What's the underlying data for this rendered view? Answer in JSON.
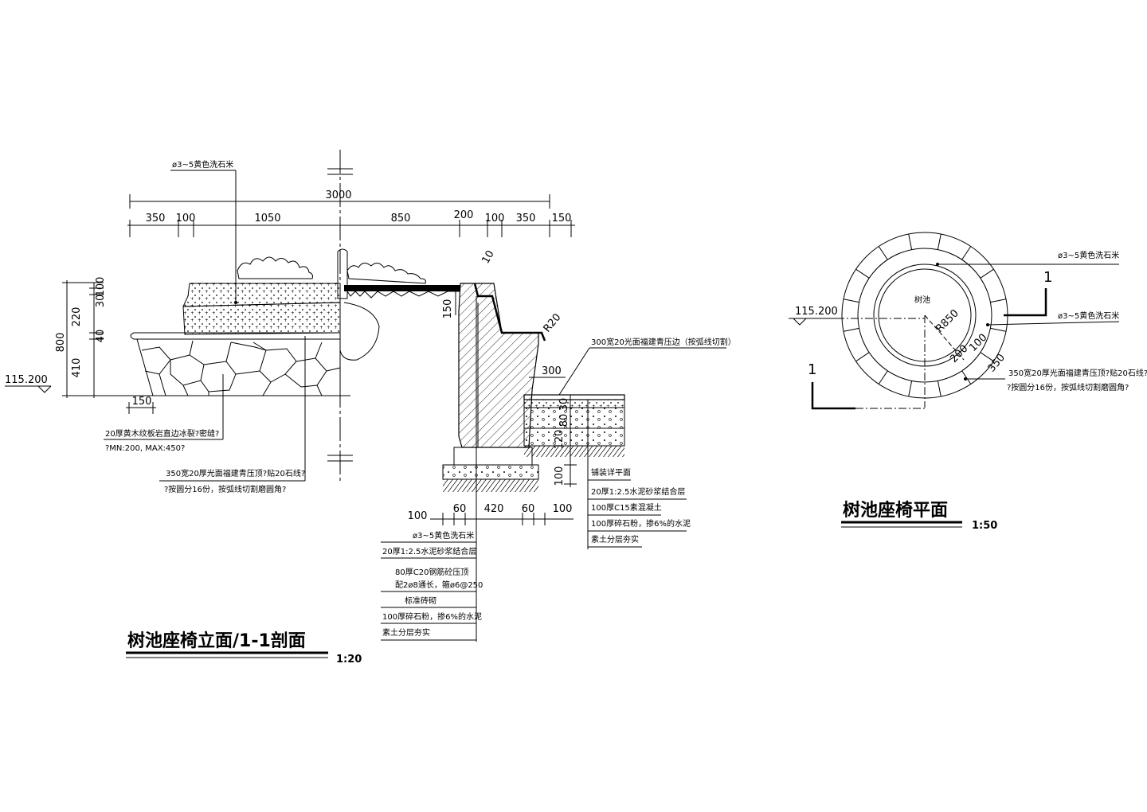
{
  "elevation": {
    "top_callout": "ø3~5黄色洗石米",
    "total_dim": "3000",
    "dims_top": [
      "350",
      "100",
      "1050",
      "850",
      "200",
      "100",
      "350",
      "150"
    ],
    "dims_left": [
      "100",
      "30",
      "220",
      "40",
      "410"
    ],
    "height_dim": "800",
    "level": "115.200",
    "bottom_dim": "150",
    "note_stone": [
      "20厚黄木纹板岩直边冰裂?密缝?",
      "?MN:200, MAX:450?"
    ],
    "note_cap": [
      "350宽20厚光面福建青压顶?贴20石线?",
      "?按圆分16份，按弧线切割磨圆角?"
    ]
  },
  "section": {
    "dim_10": "10",
    "dim_150": "150",
    "dim_r20": "R20",
    "dim_300": "300",
    "dims_right_v": [
      "30",
      "80",
      "120",
      "100"
    ],
    "callout_top": "300宽20光面福建青压边（按弧线切割）",
    "dims_bottom": [
      "100",
      "60",
      "420",
      "60",
      "100"
    ],
    "notes_left": [
      "ø3~5黄色洗石米",
      "20厚1:2.5水泥砂浆结合层",
      "80厚C20钢筋砼压顶",
      "配2ø8通长，箍ø6@250",
      "标准砖砌",
      "100厚碎石粉，掺6%的水泥",
      "素土分层夯实"
    ],
    "notes_right": [
      "铺装详平面",
      "20厚1:2.5水泥砂浆结合层",
      "100厚C15素混凝土",
      "100厚碎石粉，掺6%的水泥",
      "素土分层夯实"
    ]
  },
  "plan": {
    "pool_label": "树池",
    "r_label": "R850",
    "level": "115.200",
    "callout_1": "ø3~5黄色洗石米",
    "callout_2": "ø3~5黄色洗石米",
    "dim_200": "200",
    "dim_100": "100",
    "dim_350": "350",
    "note_cap": [
      "350宽20厚光面福建青压顶?贴20石线?",
      "?按圆分16份，按弧线切割磨圆角?"
    ],
    "section_mark": "1"
  },
  "titles": {
    "elev_title": "树池座椅立面/1-1剖面",
    "elev_scale": "1:20",
    "plan_title": "树池座椅平面",
    "plan_scale": "1:50"
  }
}
